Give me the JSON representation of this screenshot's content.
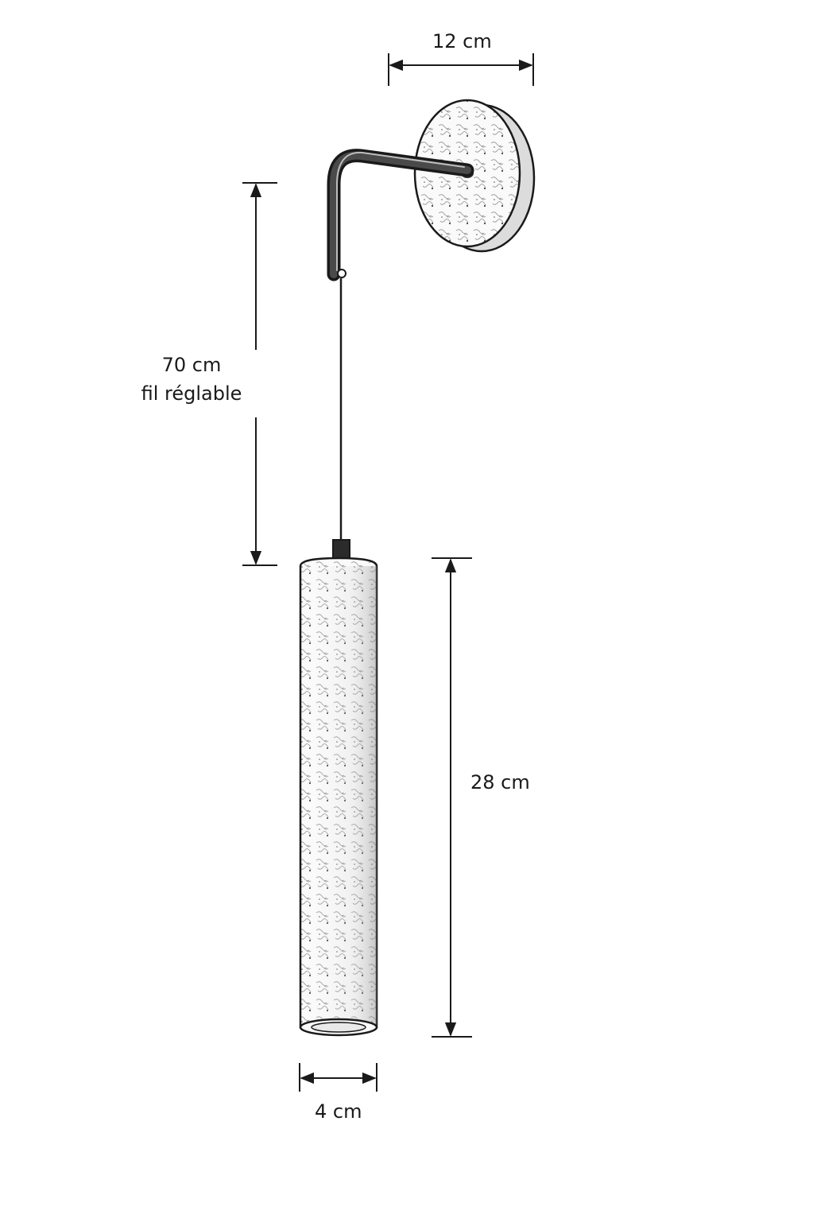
{
  "dimensions": {
    "wall_plate_width": "12 cm",
    "cable_length": "70 cm",
    "cable_note": "fil réglable",
    "tube_height": "28 cm",
    "tube_diameter": "4 cm"
  },
  "colors": {
    "ink": "#1a1a1a",
    "background": "#ffffff",
    "shade": "#e9e9e9",
    "dark_metal": "#2b2b2b"
  }
}
